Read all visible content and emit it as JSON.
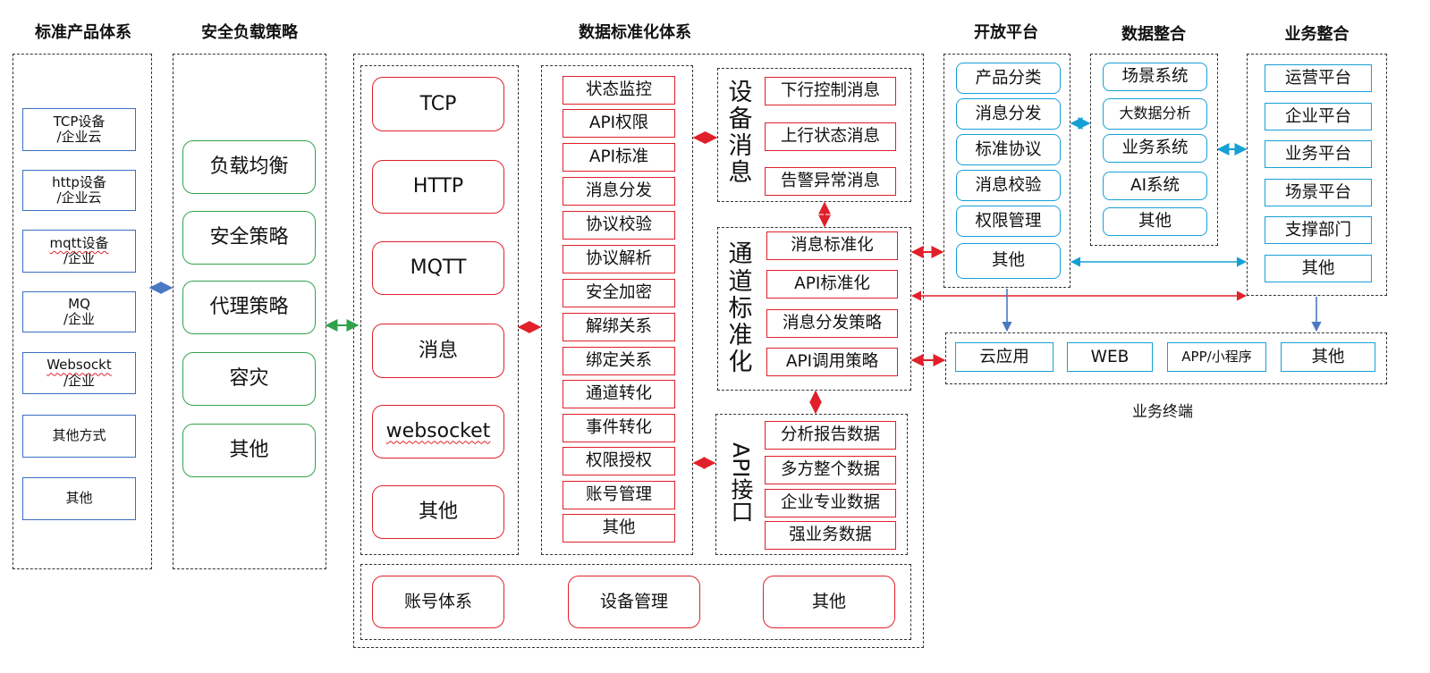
{
  "titles": {
    "standard_products": "标准产品体系",
    "security_load": "安全负载策略",
    "data_standardization": "数据标准化体系",
    "open_platform": "开放平台",
    "data_integration": "数据整合",
    "business_integration": "业务整合",
    "business_terminal": "业务终端"
  },
  "standard_products": [
    {
      "line1": "TCP设备",
      "line2": "/企业云"
    },
    {
      "line1": "http设备",
      "line2": "/企业云"
    },
    {
      "line1": "mqtt设备",
      "line2": "/企业"
    },
    {
      "line1": "MQ",
      "line2": "/企业"
    },
    {
      "line1": "Websockt",
      "line2": "/企业"
    },
    {
      "line1": "其他方式",
      "line2": ""
    },
    {
      "line1": "其他",
      "line2": ""
    }
  ],
  "security_load": [
    "负载均衡",
    "安全策略",
    "代理策略",
    "容灾",
    "其他"
  ],
  "protocols": [
    "TCP",
    "HTTP",
    "MQTT",
    "消息",
    "websocket",
    "其他"
  ],
  "functions": [
    "状态监控",
    "API权限",
    "API标准",
    "消息分发",
    "协议校验",
    "协议解析",
    "安全加密",
    "解绑关系",
    "绑定关系",
    "通道转化",
    "事件转化",
    "权限授权",
    "账号管理",
    "其他"
  ],
  "device_message": {
    "label_chars": [
      "设",
      "备",
      "消",
      "息"
    ],
    "items": [
      "下行控制消息",
      "上行状态消息",
      "告警异常消息"
    ]
  },
  "channel_standardization": {
    "label_chars": [
      "通",
      "道",
      "标",
      "准",
      "化"
    ],
    "items": [
      "消息标准化",
      "API标准化",
      "消息分发策略",
      "API调用策略"
    ]
  },
  "api_interface": {
    "label": "API接口",
    "items": [
      "分析报告数据",
      "多方整个数据",
      "企业专业数据",
      "强业务数据"
    ]
  },
  "bottom_row": [
    "账号体系",
    "设备管理",
    "其他"
  ],
  "open_platform": [
    "产品分类",
    "消息分发",
    "标准协议",
    "消息校验",
    "权限管理",
    "其他"
  ],
  "data_integration": [
    "场景系统",
    "大数据分析",
    "业务系统",
    "AI系统",
    "其他"
  ],
  "business_integration": [
    "运营平台",
    "企业平台",
    "业务平台",
    "场景平台",
    "支撑部门",
    "其他"
  ],
  "terminals": [
    "云应用",
    "WEB",
    "APP/小程序",
    "其他"
  ],
  "colors": {
    "blue": "#3a6fc4",
    "green": "#31a24c",
    "red": "#e0202a",
    "cyan": "#16a0d6",
    "steel": "#4a78c2"
  }
}
